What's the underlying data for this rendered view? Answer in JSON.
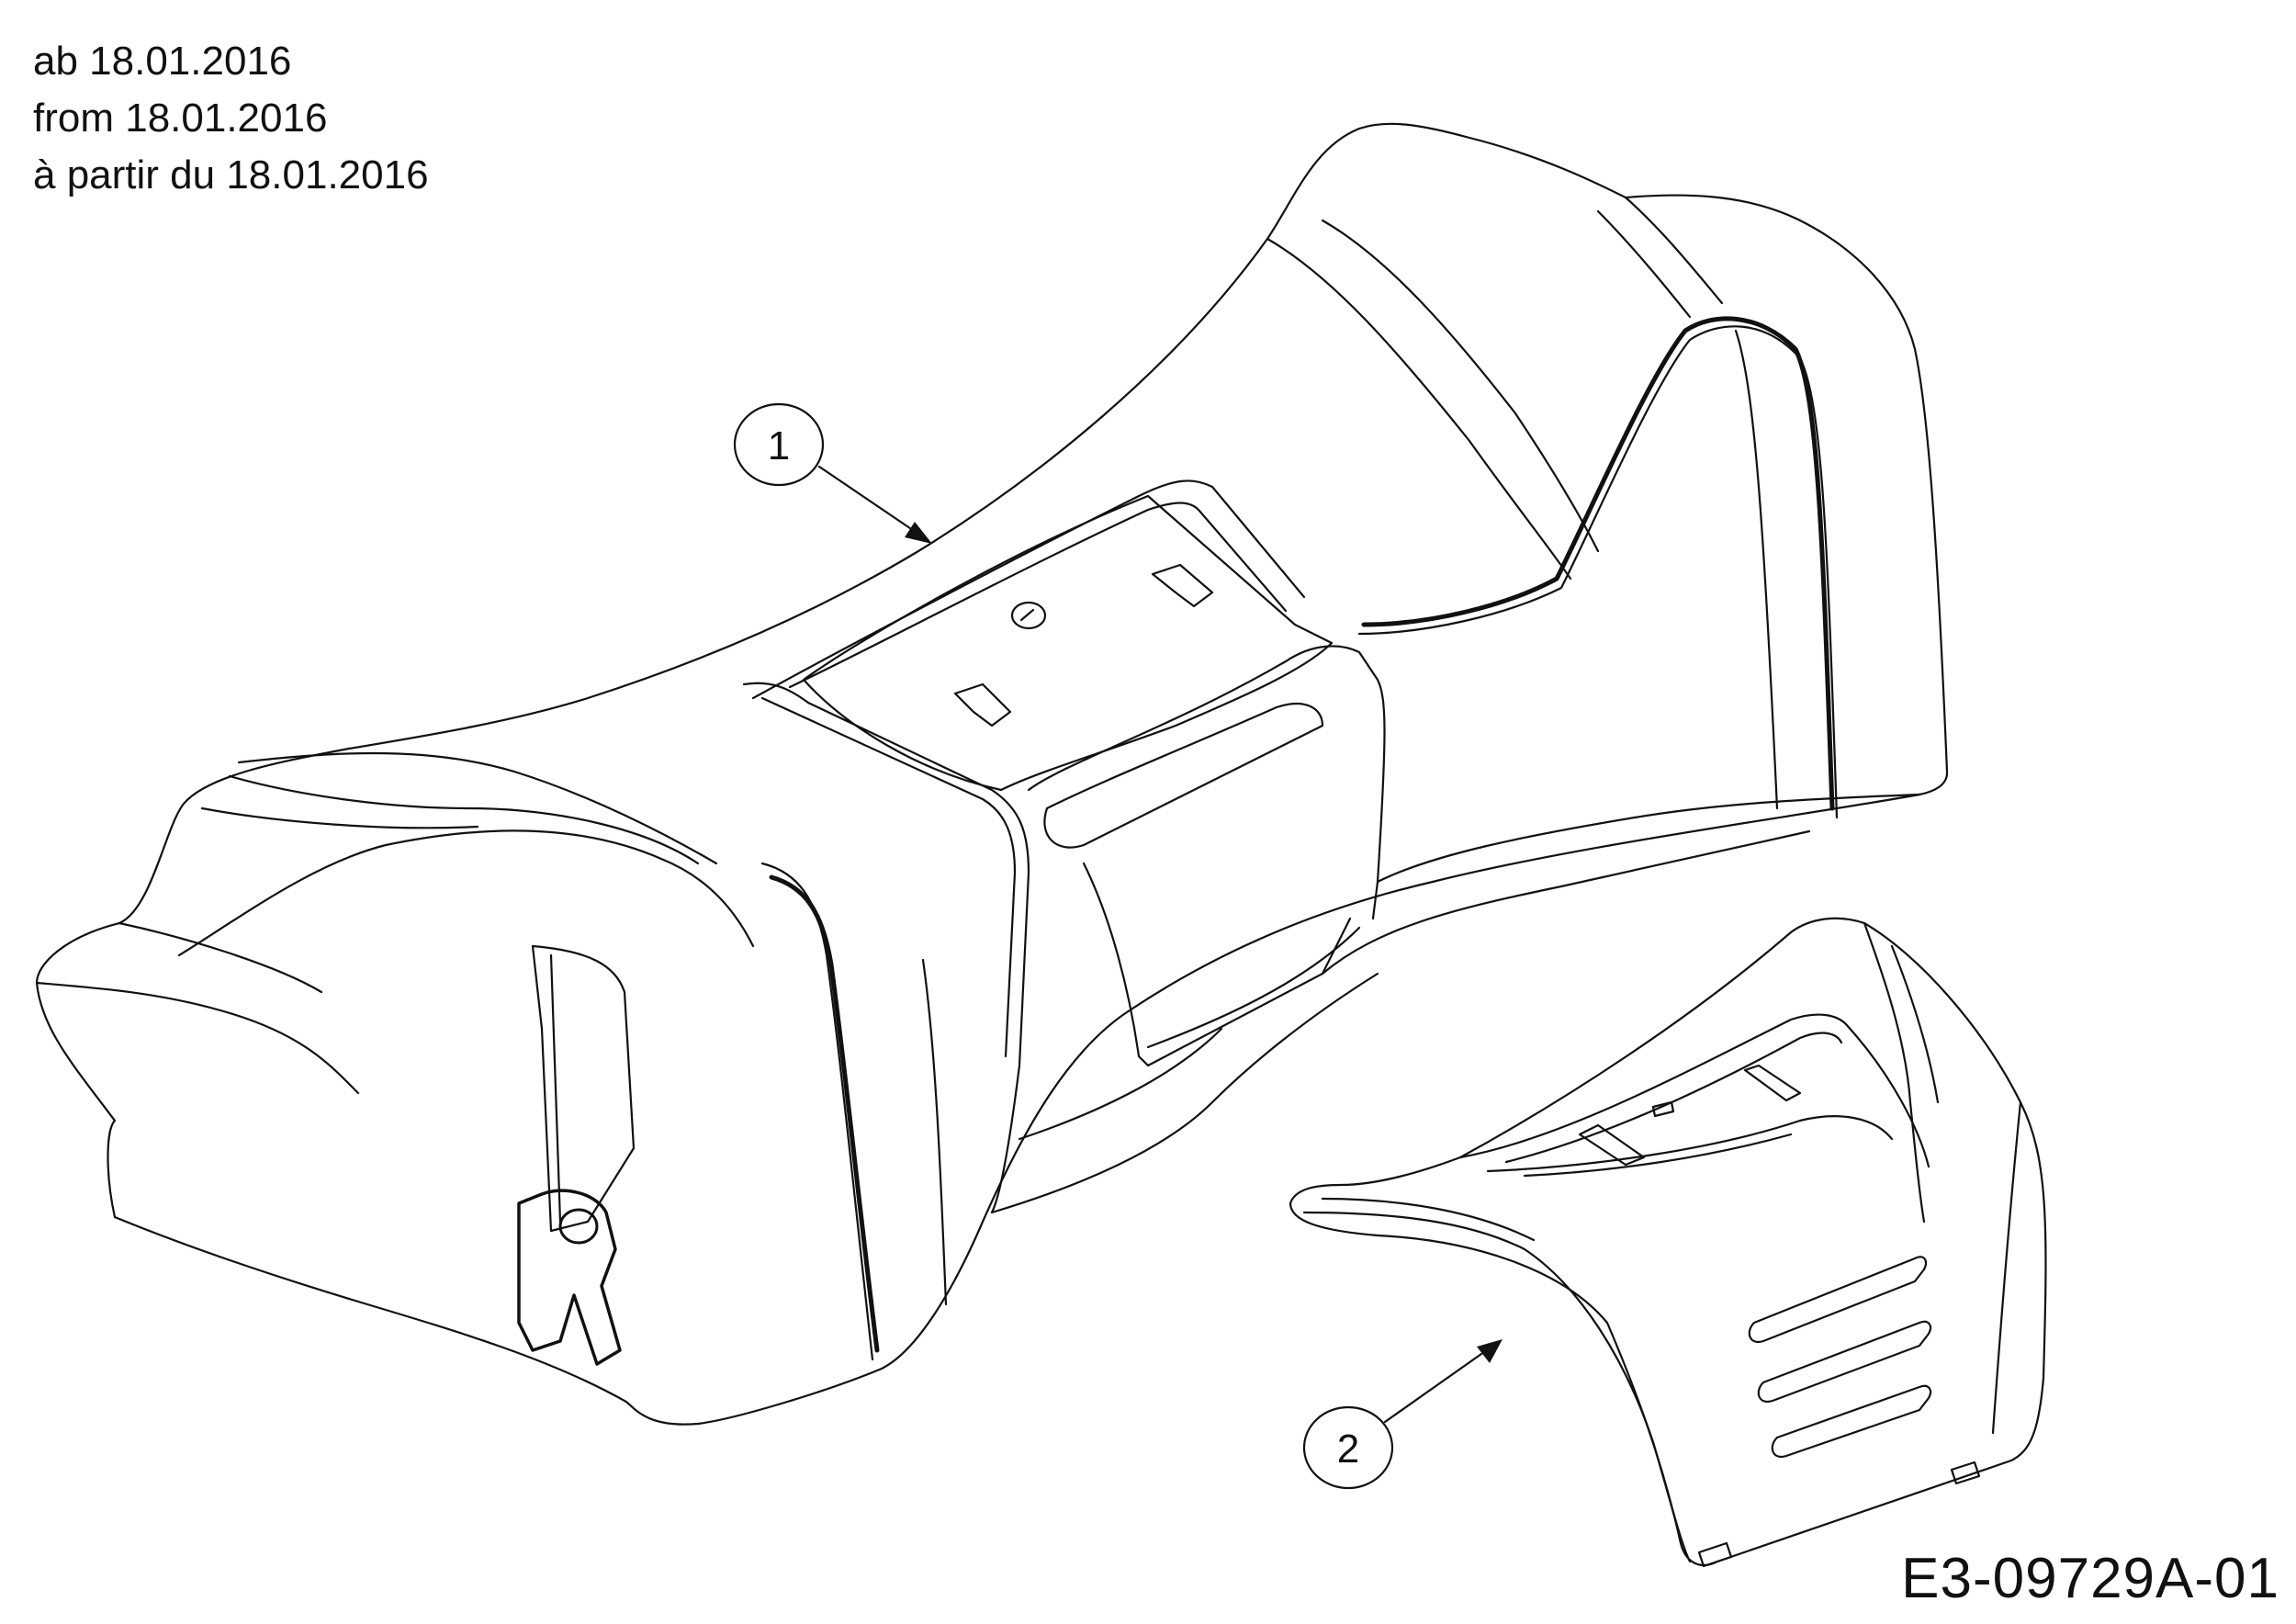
{
  "validity_note": {
    "de": "ab 18.01.2016",
    "en": "from 18.01.2016",
    "fr": "à partir du 18.01.2016"
  },
  "callouts": [
    {
      "label": "1"
    },
    {
      "label": "2"
    }
  ],
  "drawing_code": "E3-09729A-01",
  "colors": {
    "line": "#111111",
    "background": "#ffffff"
  }
}
